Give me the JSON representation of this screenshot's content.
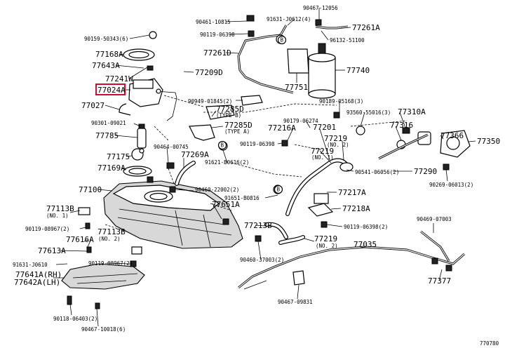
{
  "diagram": {
    "highlighted_part": "77024A",
    "highlight_color": "#c8102e",
    "catalog_code": "770780",
    "parts": [
      {
        "id": "p1",
        "label": "90467-12056",
        "size": "sm"
      },
      {
        "id": "p2",
        "label": "90461-10815",
        "size": "sm"
      },
      {
        "id": "p3",
        "label": "91631-J0612(4)",
        "size": "sm"
      },
      {
        "id": "p4",
        "label": "77261A",
        "size": "big"
      },
      {
        "id": "p5",
        "label": "90119-06398",
        "size": "sm"
      },
      {
        "id": "p6",
        "label": "96132-51100",
        "size": "sm"
      },
      {
        "id": "p7",
        "label": "90159-50343(6)",
        "size": "sm"
      },
      {
        "id": "p8",
        "label": "77261D",
        "size": "big"
      },
      {
        "id": "p9",
        "label": "77168A",
        "size": "big"
      },
      {
        "id": "p10",
        "label": "77643A",
        "size": "big"
      },
      {
        "id": "p11",
        "label": "77209D",
        "size": "big"
      },
      {
        "id": "p12",
        "label": "77740",
        "size": "big"
      },
      {
        "id": "p13",
        "label": "77241W",
        "size": "big"
      },
      {
        "id": "p14",
        "label": "77751",
        "size": "big"
      },
      {
        "id": "p15",
        "label": "77024A",
        "size": "big"
      },
      {
        "id": "p16",
        "label": "90949-01845(2)",
        "size": "sm"
      },
      {
        "id": "p17",
        "label": "90189-05168(3)",
        "size": "sm"
      },
      {
        "id": "p18",
        "label": "77027",
        "size": "big"
      },
      {
        "id": "p19",
        "label": "77285D",
        "size": "big"
      },
      {
        "id": "p20",
        "label": "(TYPE B)",
        "size": "sm"
      },
      {
        "id": "p21",
        "label": "93560-55016(3)",
        "size": "sm"
      },
      {
        "id": "p22",
        "label": "77310A",
        "size": "big"
      },
      {
        "id": "p23",
        "label": "90301-09021",
        "size": "sm"
      },
      {
        "id": "p24",
        "label": "77285D",
        "size": "big"
      },
      {
        "id": "p25",
        "label": "(TYPE A)",
        "size": "sm"
      },
      {
        "id": "p26",
        "label": "90179-06274",
        "size": "sm"
      },
      {
        "id": "p27",
        "label": "77216A",
        "size": "big"
      },
      {
        "id": "p28",
        "label": "77201",
        "size": "big"
      },
      {
        "id": "p29",
        "label": "77316",
        "size": "big"
      },
      {
        "id": "p30",
        "label": "77785",
        "size": "big"
      },
      {
        "id": "p31",
        "label": "77366",
        "size": "big"
      },
      {
        "id": "p32",
        "label": "90464-00745",
        "size": "sm"
      },
      {
        "id": "p33",
        "label": "90119-06398",
        "size": "sm"
      },
      {
        "id": "p34",
        "label": "77219",
        "size": "big"
      },
      {
        "id": "p35",
        "label": "(NO. 1)",
        "size": "sm"
      },
      {
        "id": "p36",
        "label": "77219",
        "size": "big"
      },
      {
        "id": "p37",
        "label": "(NO. 2)",
        "size": "sm"
      },
      {
        "id": "p38",
        "label": "77350",
        "size": "big"
      },
      {
        "id": "p39",
        "label": "77175",
        "size": "big"
      },
      {
        "id": "p40",
        "label": "77269A",
        "size": "big"
      },
      {
        "id": "p41",
        "label": "91621-B0616(2)",
        "size": "sm"
      },
      {
        "id": "p42",
        "label": "77169A",
        "size": "big"
      },
      {
        "id": "p43",
        "label": "90541-06056(2)",
        "size": "sm"
      },
      {
        "id": "p44",
        "label": "77290",
        "size": "big"
      },
      {
        "id": "p45",
        "label": "90269-06013(2)",
        "size": "sm"
      },
      {
        "id": "p46",
        "label": "77100",
        "size": "big"
      },
      {
        "id": "p47",
        "label": "90460-22002(2)",
        "size": "sm"
      },
      {
        "id": "p48",
        "label": "77217A",
        "size": "big"
      },
      {
        "id": "p49",
        "label": "91651-B0816",
        "size": "sm"
      },
      {
        "id": "p50",
        "label": "77651A",
        "size": "big"
      },
      {
        "id": "p51",
        "label": "77113B",
        "size": "big"
      },
      {
        "id": "p52",
        "label": "(NO. 1)",
        "size": "sm"
      },
      {
        "id": "p53",
        "label": "77218A",
        "size": "big"
      },
      {
        "id": "p54",
        "label": "90119-08967(2)",
        "size": "sm"
      },
      {
        "id": "p55",
        "label": "77113B",
        "size": "big"
      },
      {
        "id": "p56",
        "label": "(NO. 2)",
        "size": "sm"
      },
      {
        "id": "p57",
        "label": "77213B",
        "size": "big"
      },
      {
        "id": "p58",
        "label": "90119-06398(2)",
        "size": "sm"
      },
      {
        "id": "p59",
        "label": "90469-07003",
        "size": "sm"
      },
      {
        "id": "p60",
        "label": "77616A",
        "size": "big"
      },
      {
        "id": "p61",
        "label": "77219",
        "size": "big"
      },
      {
        "id": "p62",
        "label": "(NO. 2)",
        "size": "sm"
      },
      {
        "id": "p63",
        "label": "77613A",
        "size": "big"
      },
      {
        "id": "p64",
        "label": "77035",
        "size": "big"
      },
      {
        "id": "p65",
        "label": "91631-J0610",
        "size": "sm"
      },
      {
        "id": "p66",
        "label": "90119-08967(2)",
        "size": "sm"
      },
      {
        "id": "p67",
        "label": "90460-37003(2)",
        "size": "sm"
      },
      {
        "id": "p68",
        "label": "77641A(RH)",
        "size": "big"
      },
      {
        "id": "p69",
        "label": "77642A(LH)",
        "size": "big"
      },
      {
        "id": "p70",
        "label": "77377",
        "size": "big"
      },
      {
        "id": "p71",
        "label": "90467-09831",
        "size": "sm"
      },
      {
        "id": "p72",
        "label": "90118-06403(2)",
        "size": "sm"
      },
      {
        "id": "p73",
        "label": "90467-10018(6)",
        "size": "sm"
      },
      {
        "id": "p74",
        "label": "B",
        "size": "sm"
      },
      {
        "id": "p75",
        "label": "B",
        "size": "sm"
      },
      {
        "id": "p76",
        "label": "B",
        "size": "sm"
      }
    ]
  }
}
